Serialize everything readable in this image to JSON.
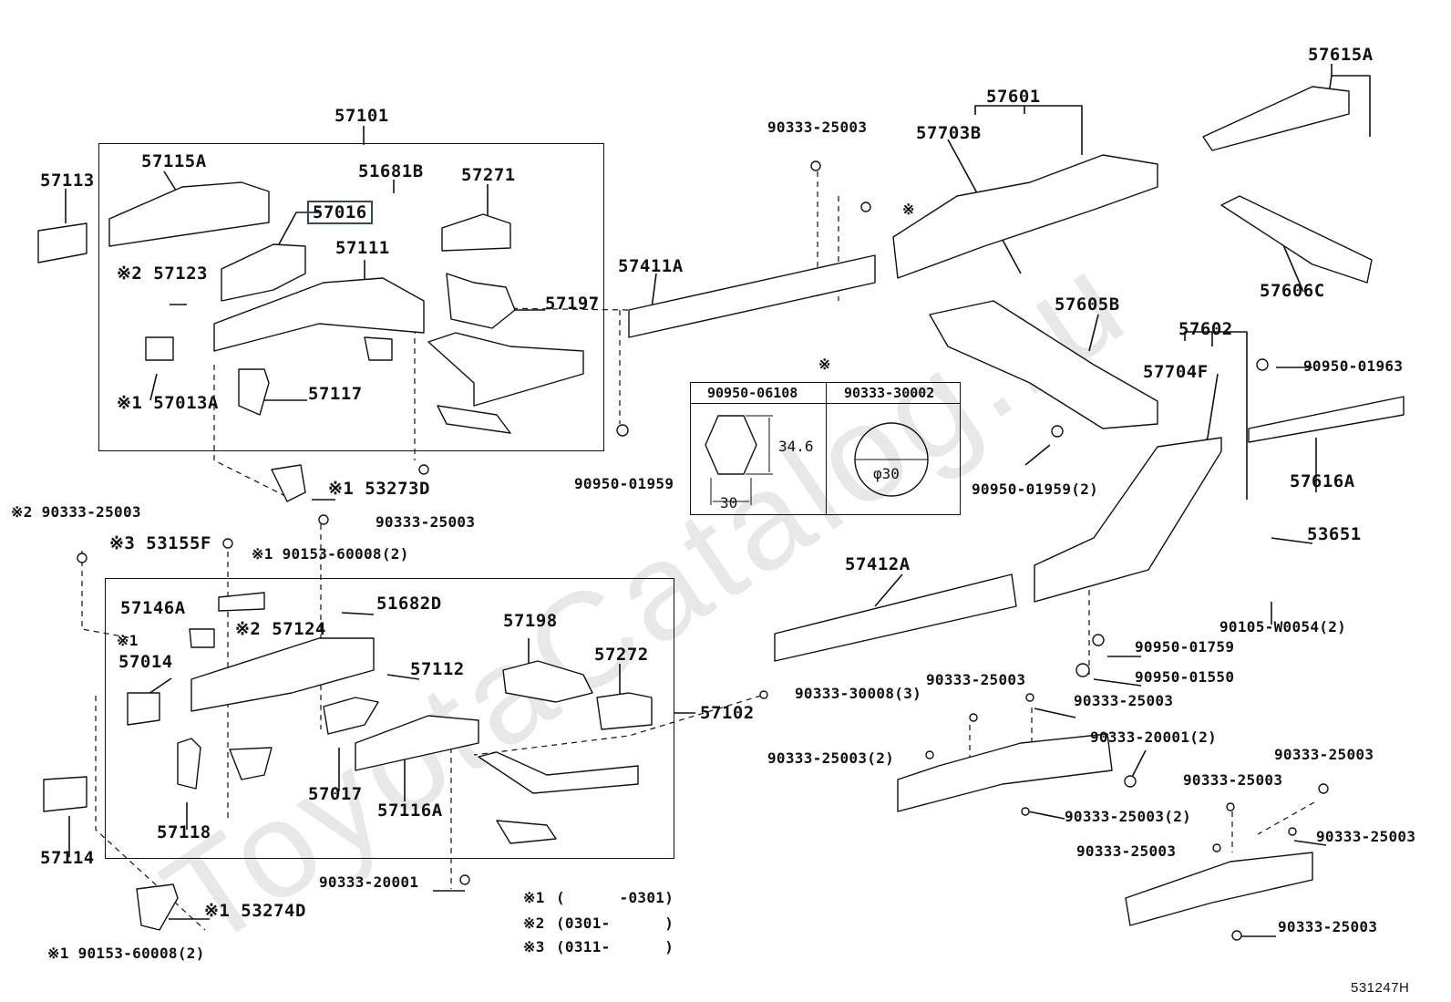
{
  "watermark": "ToyotaCatalog.ru",
  "diagram_code": "531247H",
  "parts": {
    "p57101": "57101",
    "p57102": "57102",
    "p57113": "57113",
    "p57115A": "57115A",
    "p51681B": "51681B",
    "p57271": "57271",
    "p57016": "57016",
    "p57111": "57111",
    "p57123": "※2 57123",
    "p57197": "57197",
    "p57013A": "※1 57013A",
    "p57117": "57117",
    "p53273D": "※1 53273D",
    "f90333_25003_a": "90333-25003",
    "f90333_25003_b": "※2 90333-25003",
    "p53155F": "※3 53155F",
    "f90153_60008_a": "※1 90153-60008(2)",
    "p57146A": "57146A",
    "p51682D": "51682D",
    "p57124": "※2 57124",
    "p57014": "57014",
    "p57198": "57198",
    "p57272": "57272",
    "p57112": "57112",
    "p57017": "57017",
    "p57116A": "57116A",
    "p57118": "57118",
    "p57114": "57114",
    "f90333_20001_a": "90333-20001",
    "p53274D": "※1 53274D",
    "f90153_60008_b": "※1 90153-60008(2)",
    "mark1": "※1",
    "f90333_25003_top": "90333-25003",
    "p57411A": "57411A",
    "f90950_01959_a": "90950-01959",
    "p57601": "57601",
    "p57703B": "57703B",
    "p57615A": "57615A",
    "p57606C": "57606C",
    "p57605B": "57605B",
    "p57602": "57602",
    "p57704F": "57704F",
    "f90950_01963": "90950-01963",
    "p57616A": "57616A",
    "f90950_01959_b": "90950-01959(2)",
    "p53651": "53651",
    "p57412A": "57412A",
    "f90105_W0054": "90105-W0054(2)",
    "f90950_01759": "90950-01759",
    "f90950_01550": "90950-01550",
    "f90333_30008": "90333-30008(3)",
    "f90333_25003_c": "90333-25003",
    "f90333_25003_d": "90333-25003",
    "f90333_20001_b": "90333-20001(2)",
    "f90333_25003_e": "90333-25003(2)",
    "f90333_25003_f": "90333-25003(2)",
    "f90333_25003_g": "90333-25003",
    "f90333_25003_h": "90333-25003",
    "f90333_25003_i": "90333-25003",
    "f90333_25003_j": "90333-25003",
    "f90333_25003_k": "90333-25003",
    "mark_x": "※",
    "mark_x2": "※"
  },
  "spec_table": {
    "mark": "※",
    "col1": "90950-06108",
    "col2": "90333-30002",
    "dim_h": "34.6",
    "dim_w": "30",
    "dim_d": "φ30"
  },
  "legend": [
    {
      "mark": "※1",
      "range": "(      -0301)"
    },
    {
      "mark": "※2",
      "range": "(0301-      )"
    },
    {
      "mark": "※3",
      "range": "(0311-      )"
    }
  ]
}
